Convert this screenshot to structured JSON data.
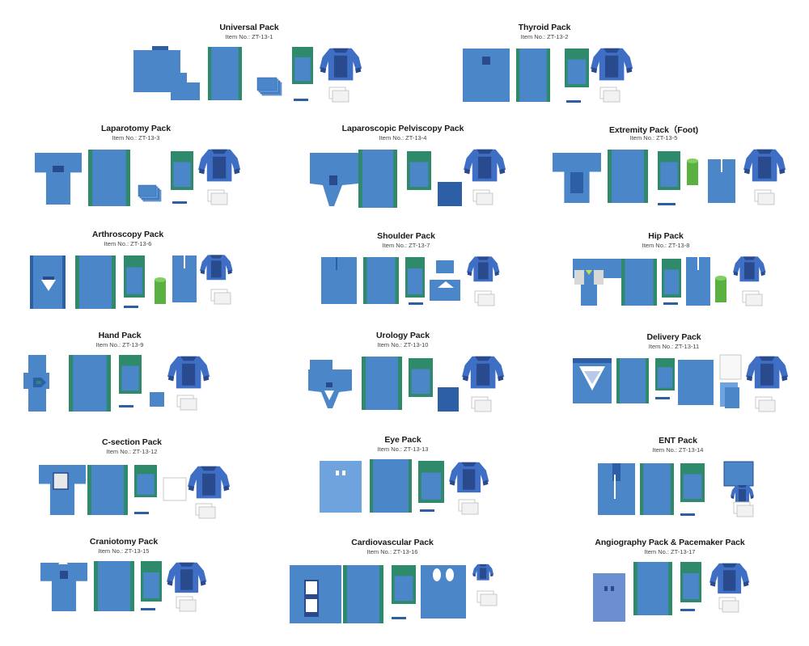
{
  "packs": [
    {
      "name": "Universal Pack",
      "item": "Item No.: ZT-13-1",
      "variant": "universal"
    },
    {
      "name": "Thyroid Pack",
      "item": "Item No.: ZT-13-2",
      "variant": "thyroid"
    },
    {
      "name": "Laparotomy Pack",
      "item": "Item No.: ZT-13-3",
      "variant": "laparotomy"
    },
    {
      "name": "Laparoscopic Pelviscopy Pack",
      "item": "Item No.: ZT-13-4",
      "variant": "pelviscopy"
    },
    {
      "name": "Extremity Pack（Foot)",
      "item": "Item No.: ZT-13-5",
      "variant": "extremity"
    },
    {
      "name": "Arthroscopy Pack",
      "item": "Item No.: ZT-13-6",
      "variant": "arthroscopy"
    },
    {
      "name": "Shoulder Pack",
      "item": "Item No.: ZT-13-7",
      "variant": "shoulder"
    },
    {
      "name": "Hip Pack",
      "item": "Item No.: ZT-13-8",
      "variant": "hip"
    },
    {
      "name": "Hand Pack",
      "item": "Item No.: ZT-13-9",
      "variant": "hand"
    },
    {
      "name": "Urology Pack",
      "item": "Item No.: ZT-13-10",
      "variant": "urology"
    },
    {
      "name": "Delivery Pack",
      "item": "Item No.: ZT-13-11",
      "variant": "delivery"
    },
    {
      "name": "C-section Pack",
      "item": "Item No.: ZT-13-12",
      "variant": "csection"
    },
    {
      "name": "Eye Pack",
      "item": "Item No.: ZT-13-13",
      "variant": "eye"
    },
    {
      "name": "ENT Pack",
      "item": "Item No.: ZT-13-14",
      "variant": "ent"
    },
    {
      "name": "Craniotomy Pack",
      "item": "Item No.: ZT-13-15",
      "variant": "craniotomy"
    },
    {
      "name": "Cardiovascular Pack",
      "item": "Item No.: ZT-13-16",
      "variant": "cardio"
    },
    {
      "name": "Angiography Pack & Pacemaker Pack",
      "item": "Item No.: ZT-13-17",
      "variant": "angio"
    }
  ],
  "colors": {
    "drape_blue": "#4a86c8",
    "drape_blue_dark": "#2d5fa6",
    "drape_green": "#2e8a6a",
    "drape_light": "#6fa3dd",
    "gown_blue": "#3f6fc4",
    "gown_dark": "#2a4a8e",
    "towel_white": "#f2f2f2",
    "bottle_green": "#5ab040"
  }
}
